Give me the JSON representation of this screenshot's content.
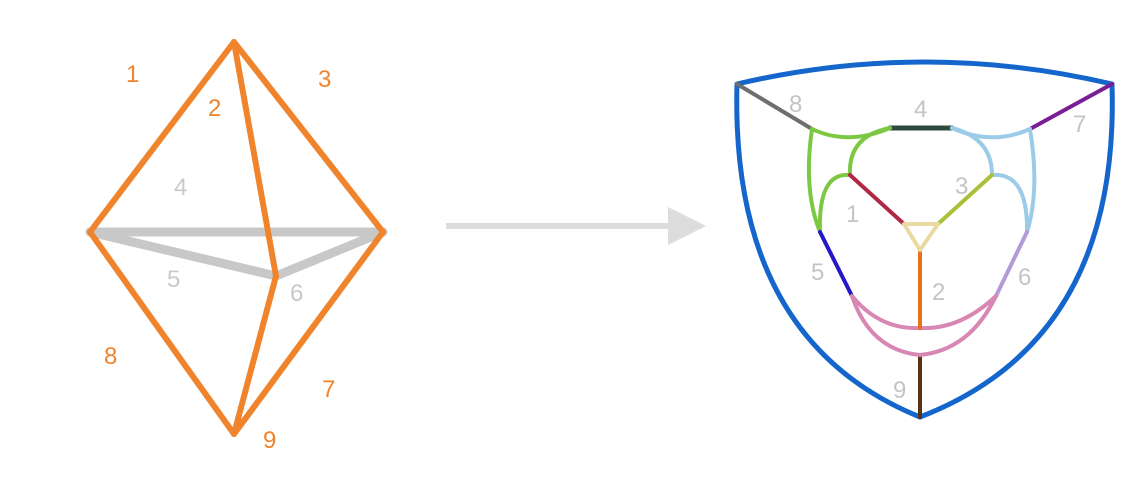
{
  "colors": {
    "orange": "#F0842C",
    "light_gray": "#C8C8C8",
    "arrow_gray": "#DCDCDC",
    "outer_blue": "#1466CC",
    "edge_1": "#B02846",
    "edge_2": "#E8731E",
    "edge_3": "#A7C23A",
    "edge_4": "#2E4A3E",
    "edge_5": "#2418C8",
    "edge_6": "#B39AD8",
    "edge_7": "#7A1E96",
    "edge_8": "#6E6E6E",
    "edge_9": "#5A3414",
    "inner_triangle": "#EBD9A2",
    "left_cluster": "#7CC843",
    "right_cluster": "#9CCBE8",
    "bottom_cluster": "#D886B4"
  },
  "left_figure": {
    "outer_edge_labels": [
      "1",
      "2",
      "3",
      "8",
      "7",
      "9"
    ],
    "back_edge_labels": [
      "4",
      "5",
      "6"
    ]
  },
  "right_figure": {
    "edge_labels": [
      "1",
      "2",
      "3",
      "4",
      "5",
      "6",
      "7",
      "8",
      "9"
    ]
  }
}
